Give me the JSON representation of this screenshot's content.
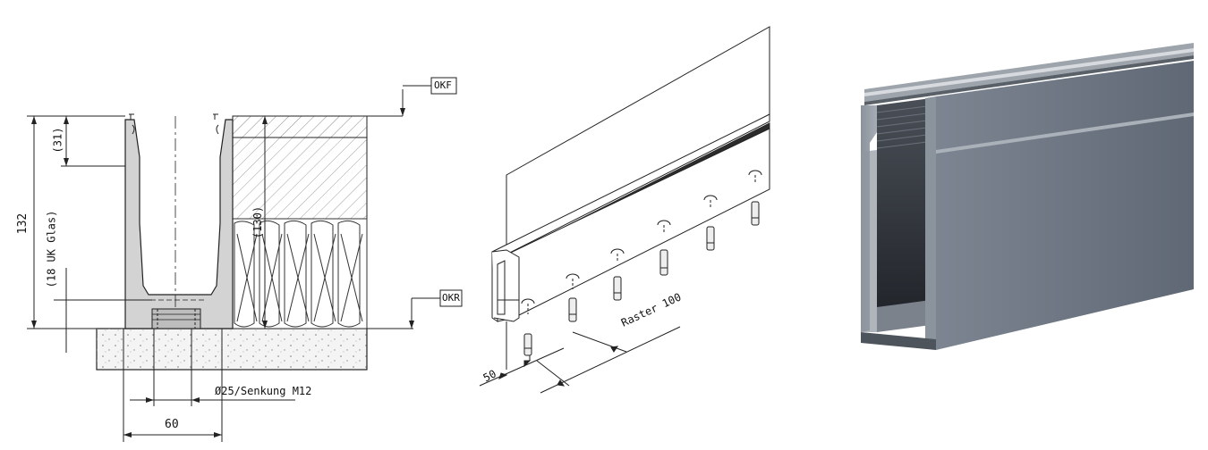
{
  "section": {
    "dim_total_height": "132",
    "dim_top": "(31)",
    "dim_glass": "(18 UK Glas)",
    "dim_right_height": "(130)",
    "dim_width": "60",
    "dim_hole": "Ø25/Senkung M12",
    "label_okf": "OKF",
    "label_okr": "OKR"
  },
  "isometric": {
    "dim_raster": "Raster 100",
    "dim_offset": "50"
  },
  "colors": {
    "profile_fill": "#d3d3d3",
    "concrete_fill": "#ececec",
    "render_body": "#6e7784",
    "render_dark": "#2f3339"
  }
}
